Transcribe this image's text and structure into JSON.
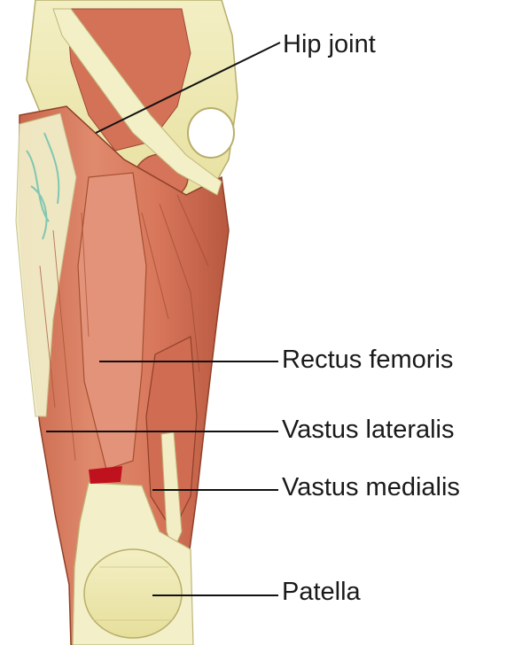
{
  "labels": {
    "hip_joint": "Hip joint",
    "rectus_femoris": "Rectus femoris",
    "vastus_lateralis": "Vastus lateralis",
    "vastus_medialis": "Vastus medialis",
    "patella": "Patella"
  },
  "colors": {
    "muscle": "#d9785b",
    "muscle_dark": "#b35a3f",
    "muscle_light": "#e89577",
    "tendon": "#f0ebb0",
    "bone": "#ece6a8",
    "vessel": "#7fc7b2",
    "marker": "#c0111f",
    "leader_line": "#111111"
  }
}
